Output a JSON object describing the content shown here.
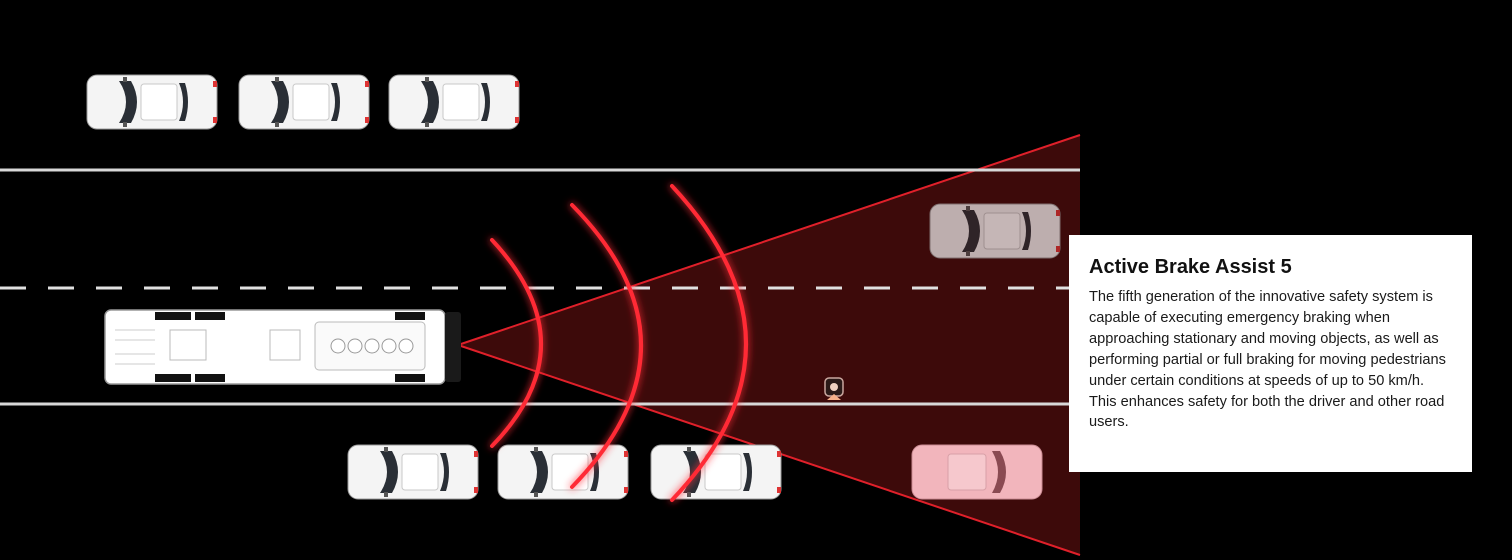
{
  "info_card": {
    "title": "Active Brake Assist 5",
    "body": "The fifth generation of the innovative safety system is capable of executing emergency braking when approaching stationary and moving objects, as well as performing partial or full braking for moving pedestrians under certain conditions at speeds of up to 50 km/h. This enhances safety for both the driver and other road users."
  },
  "colors": {
    "background": "#000000",
    "road_lines": "#d8d8d8",
    "radar_wave": "#ff2a35",
    "sensor_field": "#3d0a0a",
    "detected_vehicle": "#f2b5bc"
  },
  "scene": {
    "parked_cars_top_count": 3,
    "cars_bottom_lane_count": 4,
    "radar_wave_count": 3,
    "pedestrian": "cyclist-icon"
  }
}
